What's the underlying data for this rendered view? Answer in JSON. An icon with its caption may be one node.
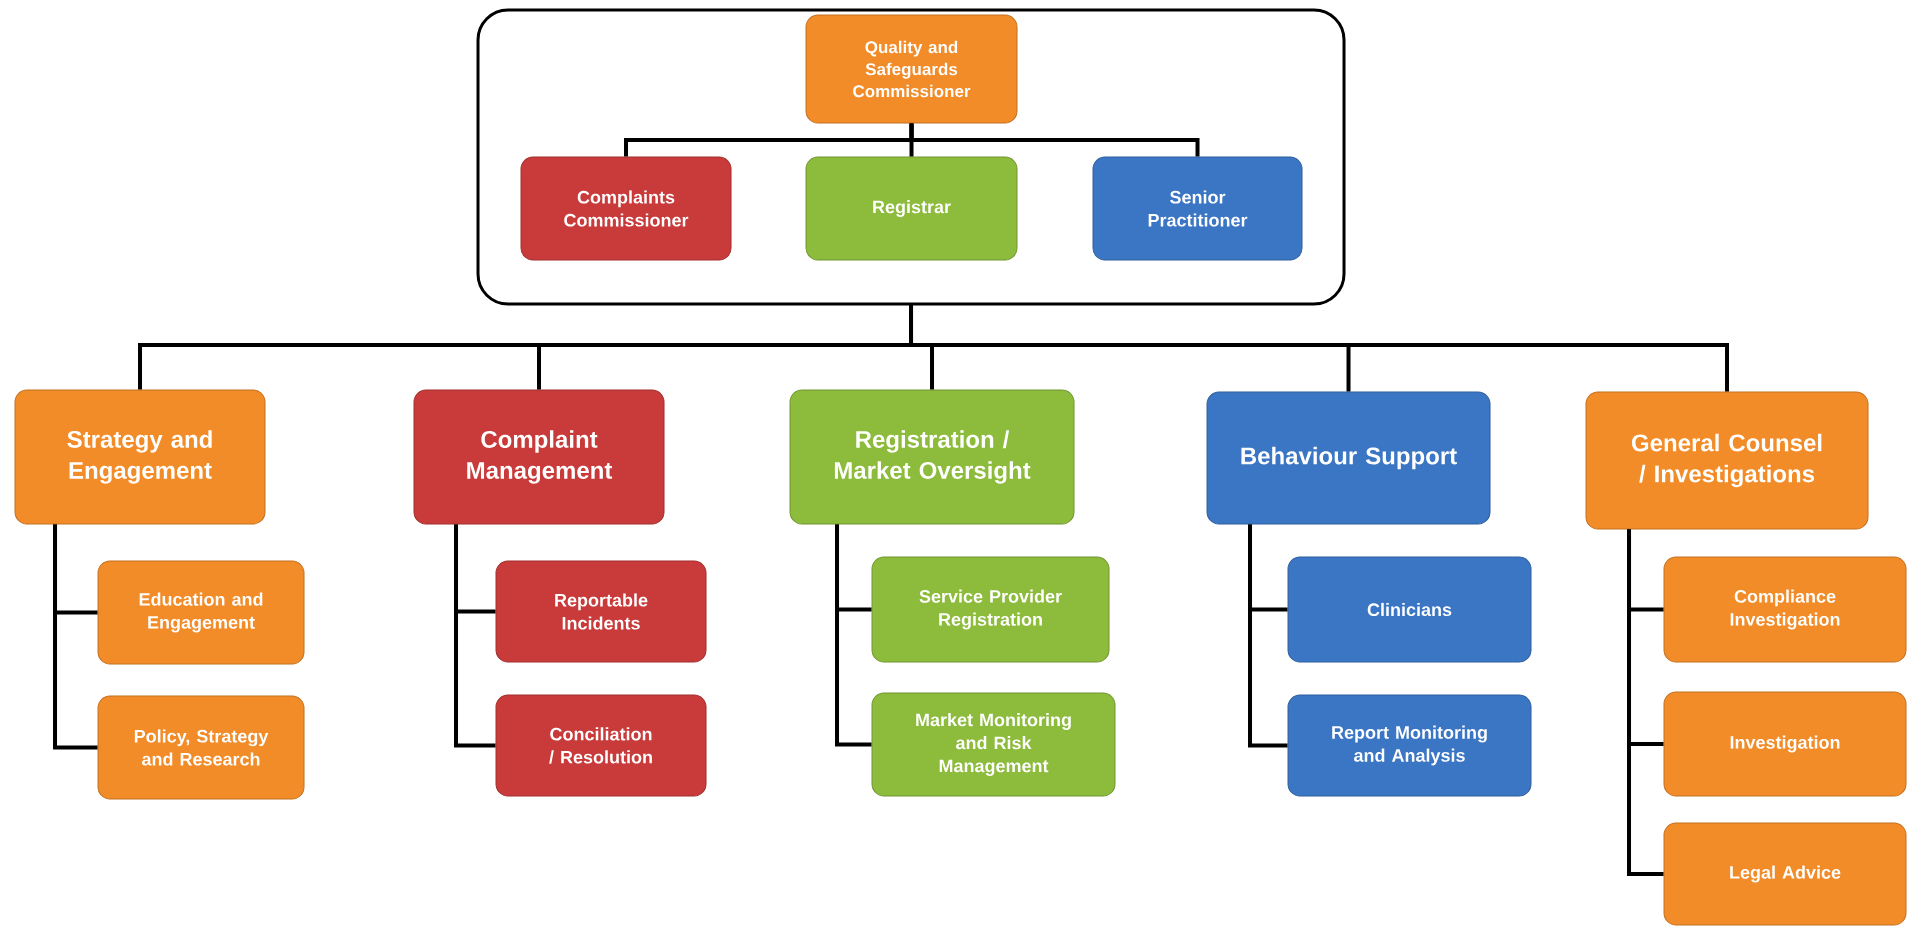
{
  "diagram": {
    "nodes": [
      {
        "text": [],
        "shape": "box"
      },
      {
        "text": [
          "Quality and Safeguards Commissioner"
        ],
        "in": 0
      },
      {
        "text": [
          "Complaints Commissioner"
        ],
        "in": 0
      },
      {
        "text": [
          "Registrar"
        ],
        "in": 0
      },
      {
        "text": [
          "Senior Practitioner"
        ],
        "in": 0
      },
      {
        "text": [
          "Strategy and Engagement"
        ]
      },
      {
        "text": [
          "Education and Engagement"
        ]
      },
      {
        "text": [
          "Policy, Strategy and Research"
        ]
      },
      {
        "text": [
          "Complaint Management"
        ]
      },
      {
        "text": [
          "Reportable Incidents"
        ]
      },
      {
        "text": [
          "Conciliation / Resolution"
        ]
      },
      {
        "text": [
          "Registration / Market Oversight"
        ]
      },
      {
        "text": [
          "Service Provider Registration"
        ]
      },
      {
        "text": [
          "Market Monitoring and Risk Management"
        ]
      },
      {
        "text": [
          "Behaviour Support"
        ]
      },
      {
        "text": [
          "Clinicians"
        ]
      },
      {
        "text": [
          "Report Monitoring and Analysis"
        ]
      },
      {
        "text": [
          "General Counsel / Investigations"
        ]
      },
      {
        "text": [
          "Compliance Investigation"
        ]
      },
      {
        "text": [
          "Investigation"
        ]
      },
      {
        "text": [
          "Legal Advice"
        ]
      }
    ],
    "edges": [
      {
        "from": 1,
        "to": 2,
        "arrow": "none"
      },
      {
        "from": 1,
        "to": 3,
        "arrow": "none"
      },
      {
        "from": 1,
        "to": 4,
        "arrow": "none"
      },
      {
        "from": 0,
        "to": 5,
        "arrow": "none"
      },
      {
        "from": 0,
        "to": 8,
        "arrow": "none"
      },
      {
        "from": 0,
        "to": 11,
        "arrow": "none"
      },
      {
        "from": 0,
        "to": 14,
        "arrow": "none"
      },
      {
        "from": 0,
        "to": 17,
        "arrow": "none"
      },
      {
        "from": 5,
        "to": 6,
        "arrow": "none"
      },
      {
        "from": 5,
        "to": 7,
        "arrow": "none"
      },
      {
        "from": 8,
        "to": 9,
        "arrow": "none"
      },
      {
        "from": 8,
        "to": 10,
        "arrow": "none"
      },
      {
        "from": 11,
        "to": 12,
        "arrow": "none"
      },
      {
        "from": 11,
        "to": 13,
        "arrow": "none"
      },
      {
        "from": 14,
        "to": 15,
        "arrow": "none"
      },
      {
        "from": 14,
        "to": 16,
        "arrow": "none"
      },
      {
        "from": 17,
        "to": 18,
        "arrow": "none"
      },
      {
        "from": 17,
        "to": 19,
        "arrow": "none"
      },
      {
        "from": 17,
        "to": 20,
        "arrow": "none"
      }
    ]
  }
}
